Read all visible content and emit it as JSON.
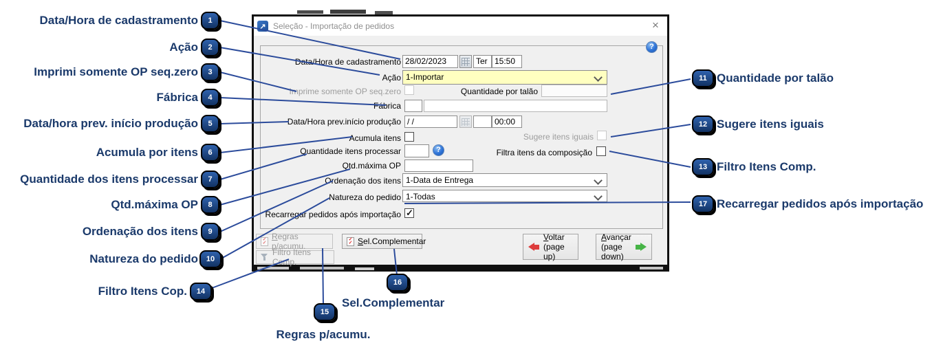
{
  "window": {
    "title": "Seleção - Importação de pedidos",
    "app_icon_glyph": "↗",
    "close_glyph": "×",
    "help_glyph": "?"
  },
  "form": {
    "data_hora_cadastramento": {
      "label": "Data/Hora de cadastramento",
      "date": "28/02/2023",
      "weekday": "Ter",
      "time": "15:50"
    },
    "acao": {
      "label": "Ação",
      "value": "1-Importar"
    },
    "imprime_somente": {
      "label": "Imprime somente OP seq.zero"
    },
    "quantidade_por_talao": {
      "label": "Quantidade por talão",
      "value": ""
    },
    "fabrica": {
      "label": "Fábrica",
      "code": "",
      "name": ""
    },
    "data_prev": {
      "label": "Data/Hora prev.início produção",
      "date": "/ /",
      "time": "00:00"
    },
    "acumula_itens": {
      "label": "Acumula itens"
    },
    "sugere_itens": {
      "label": "Sugere itens iguais"
    },
    "quantidade_itens": {
      "label": "Quantidade itens processar",
      "value": ""
    },
    "filtra_itens": {
      "label": "Filtra itens da composição"
    },
    "qtd_maxima": {
      "label": "Qtd.máxima OP",
      "value": ""
    },
    "ordenacao": {
      "label": "Ordenação dos itens",
      "value": "1-Data de Entrega"
    },
    "natureza": {
      "label": "Natureza do pedido",
      "value": "1-Todas"
    },
    "recarregar": {
      "label": "Recarregar pedidos após importação"
    }
  },
  "buttons": {
    "regras": "Regras p/acumu.",
    "filtro": "Filtro Itens Comp.",
    "sel": "Sel.Complementar",
    "voltar": "Voltar",
    "voltar_sub": "(page up)",
    "avancar": "Avançar",
    "avancar_sub": "(page down)"
  },
  "callouts": {
    "left": [
      {
        "num": "1",
        "label": "Data/Hora de cadastramento"
      },
      {
        "num": "2",
        "label": "Ação"
      },
      {
        "num": "3",
        "label": "Imprimi somente OP seq.zero"
      },
      {
        "num": "4",
        "label": "Fábrica"
      },
      {
        "num": "5",
        "label": "Data/hora prev. início produção"
      },
      {
        "num": "6",
        "label": "Acumula por itens"
      },
      {
        "num": "7",
        "label": "Quantidade dos itens  processar"
      },
      {
        "num": "8",
        "label": "Qtd.máxima OP"
      },
      {
        "num": "9",
        "label": "Ordenação dos itens"
      },
      {
        "num": "10",
        "label": "Natureza do pedido"
      },
      {
        "num": "14",
        "label": "Filtro Itens Cop."
      }
    ],
    "right": [
      {
        "num": "11",
        "label": "Quantidade por talão"
      },
      {
        "num": "12",
        "label": "Sugere itens iguais"
      },
      {
        "num": "13",
        "label": "Filtro Itens Comp."
      },
      {
        "num": "17",
        "label": "Recarregar pedidos após importação"
      }
    ],
    "bottom": [
      {
        "num": "15",
        "label": "Regras p/acumu."
      },
      {
        "num": "16",
        "label": "Sel.Complementar"
      }
    ]
  },
  "colors": {
    "annotation_blue": "#1b3a6b",
    "line_blue": "#2b4b9b",
    "combo_yellow": "#ffffc0"
  }
}
